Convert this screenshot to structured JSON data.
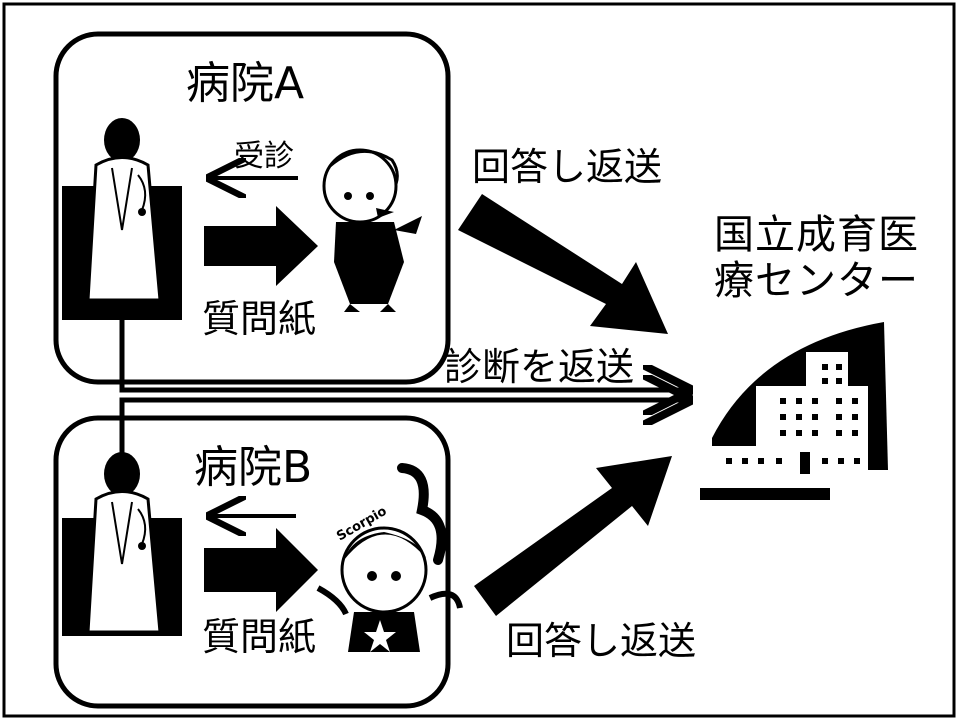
{
  "hospital_a": {
    "title": "病院A",
    "visit_label": "受診",
    "questionnaire_label": "質問紙",
    "return_label": "回答し返送"
  },
  "hospital_b": {
    "title": "病院B",
    "questionnaire_label": "質問紙",
    "return_label": "回答し返送"
  },
  "center": {
    "name_line1": "国立成育医",
    "name_line2": "療センター",
    "diagnosis_label": "診断を返送"
  },
  "mascot_b_text": "Scorpio"
}
